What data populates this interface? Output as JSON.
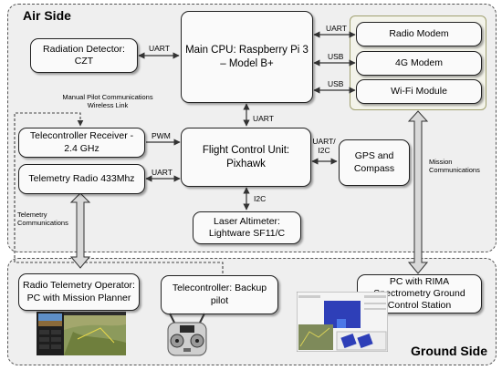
{
  "regions": {
    "air": "Air Side",
    "ground": "Ground Side"
  },
  "boxes": {
    "radiation": "Radiation Detector: CZT",
    "main_cpu": "Main CPU: Raspberry Pi 3 – Model B+",
    "radio_modem": "Radio Modem",
    "modem_4g": "4G Modem",
    "wifi": "Wi-Fi Module",
    "tc_receiver": "Telecontroller Receiver - 2.4 GHz",
    "telemetry_radio": "Telemetry Radio 433Mhz",
    "fcu": "Flight Control Unit: Pixhawk",
    "gps": "GPS and Compass",
    "laser": "Laser Altimeter: Lightware SF11/C",
    "operator": "Radio Telemetry Operator: PC with Mission Planner",
    "backup": "Telecontroller: Backup pilot",
    "rima": "PC with RIMA Spectrometry Ground Control Station"
  },
  "links": {
    "uart_rad": "UART",
    "uart_radio_modem": "UART",
    "usb_4g": "USB",
    "usb_wifi": "USB",
    "uart_cpu_fcu": "UART",
    "pwm": "PWM",
    "uart_telemetry": "UART",
    "uart_i2c_gps": "UART/ I2C",
    "i2c_laser": "I2C"
  },
  "notes": {
    "manual_pilot": "Manual Pilot Communications Wireless Link",
    "telemetry_comms": "Telemetry Communications",
    "mission_comms": "Mission Communications"
  },
  "colors": {
    "region_fill": "#efefef",
    "box_fill": "#fafafa",
    "arrow_fill": "#d9d9d9"
  }
}
